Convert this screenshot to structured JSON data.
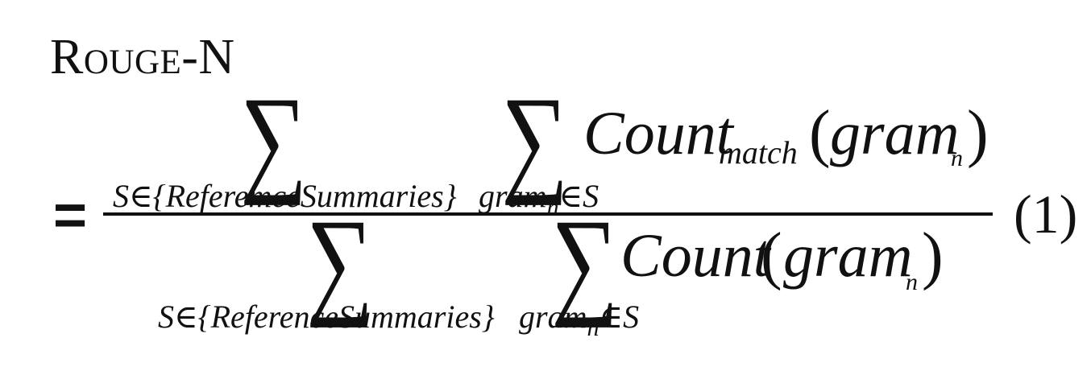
{
  "formula": {
    "title": "Rouge-N",
    "equals": "=",
    "equation_number": "(1)",
    "numerator": {
      "outer_sum_subscript_var": "S∈{",
      "outer_sum_subscript_set": "ReferemceSummaries",
      "outer_sum_subscript_close": "}",
      "inner_sum_subscript_base": "gram",
      "inner_sum_subscript_sub": "n",
      "inner_sum_subscript_tail": "∈S",
      "term": "Count",
      "term_subscript": "match",
      "open_paren": "(",
      "argument_base": "gram",
      "argument_sub": "n",
      "close_paren": ")"
    },
    "denominator": {
      "outer_sum_subscript_var": "S∈{",
      "outer_sum_subscript_set": "ReferenceSummaries",
      "outer_sum_subscript_close": "}",
      "inner_sum_subscript_base": "gram",
      "inner_sum_subscript_sub": "n",
      "inner_sum_subscript_tail": "∈S",
      "term": "Count",
      "open_paren": "(",
      "argument_base": "gram",
      "argument_sub": "n",
      "close_paren": ")"
    },
    "sum_symbol": "∑"
  }
}
